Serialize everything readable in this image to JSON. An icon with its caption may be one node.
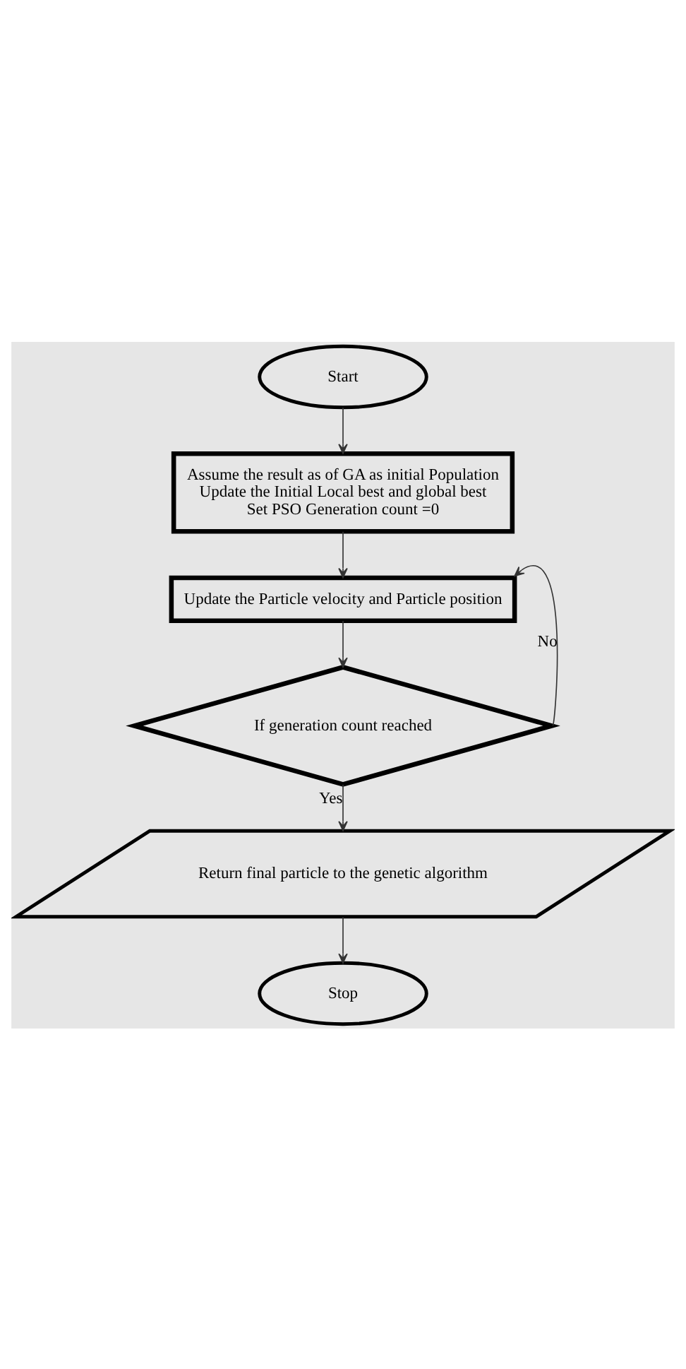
{
  "diagram": {
    "nodes": [
      {
        "text": [
          "Start"
        ]
      },
      {
        "text": [
          "Assume the result as of GA as initial Population",
          "Update the Initial Local best and global best",
          "Set PSO Generation count =0"
        ]
      },
      {
        "text": [
          "Update the Particle velocity and Particle position"
        ]
      },
      {
        "text": [
          "If generation count reached"
        ]
      },
      {
        "text": [
          "Return final particle to the genetic algorithm"
        ]
      },
      {
        "text": [
          "Stop"
        ]
      }
    ],
    "edges": [
      {
        "from": 0,
        "to": 1,
        "arrow": "to"
      },
      {
        "from": 1,
        "to": 2,
        "arrow": "to"
      },
      {
        "from": 2,
        "to": 3,
        "arrow": "to"
      },
      {
        "from": 3,
        "to": 2,
        "arrow": "to",
        "label": "No"
      },
      {
        "from": 3,
        "to": 4,
        "arrow": "to",
        "label": "Yes"
      },
      {
        "from": 4,
        "to": 5,
        "arrow": "to"
      }
    ]
  }
}
